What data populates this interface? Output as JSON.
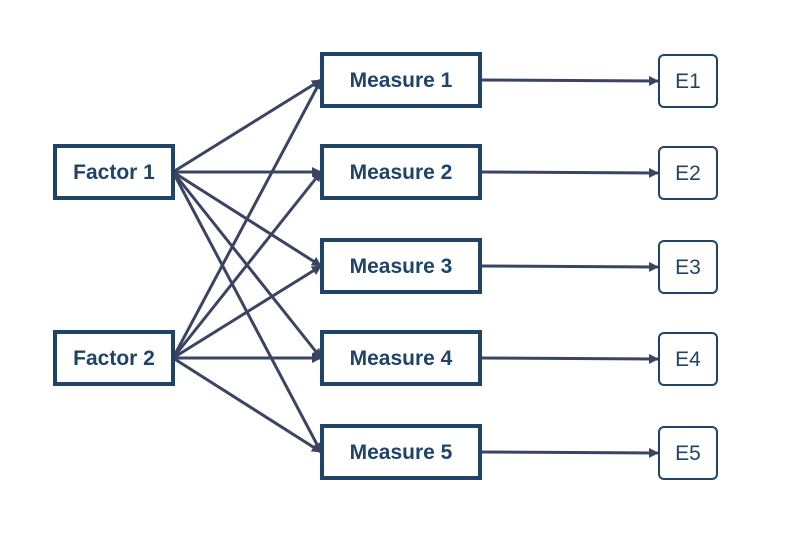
{
  "colors": {
    "primary": "#1f4467",
    "arrow": "#3b4463",
    "background": "#ffffff"
  },
  "factors": [
    {
      "id": "f1",
      "label": "Factor 1"
    },
    {
      "id": "f2",
      "label": "Factor 2"
    }
  ],
  "measures": [
    {
      "id": "m1",
      "label": "Measure 1"
    },
    {
      "id": "m2",
      "label": "Measure 2"
    },
    {
      "id": "m3",
      "label": "Measure 3"
    },
    {
      "id": "m4",
      "label": "Measure 4"
    },
    {
      "id": "m5",
      "label": "Measure 5"
    }
  ],
  "errors": [
    {
      "id": "e1",
      "label": "E1"
    },
    {
      "id": "e2",
      "label": "E2"
    },
    {
      "id": "e3",
      "label": "E3"
    },
    {
      "id": "e4",
      "label": "E4"
    },
    {
      "id": "e5",
      "label": "E5"
    }
  ],
  "edges": [
    {
      "from": "f1",
      "to": "m1"
    },
    {
      "from": "f1",
      "to": "m2"
    },
    {
      "from": "f1",
      "to": "m3"
    },
    {
      "from": "f1",
      "to": "m4"
    },
    {
      "from": "f1",
      "to": "m5"
    },
    {
      "from": "f2",
      "to": "m1"
    },
    {
      "from": "f2",
      "to": "m2"
    },
    {
      "from": "f2",
      "to": "m3"
    },
    {
      "from": "f2",
      "to": "m4"
    },
    {
      "from": "f2",
      "to": "m5"
    },
    {
      "from": "m1",
      "to": "e1"
    },
    {
      "from": "m2",
      "to": "e2"
    },
    {
      "from": "m3",
      "to": "e3"
    },
    {
      "from": "m4",
      "to": "e4"
    },
    {
      "from": "m5",
      "to": "e5"
    }
  ]
}
